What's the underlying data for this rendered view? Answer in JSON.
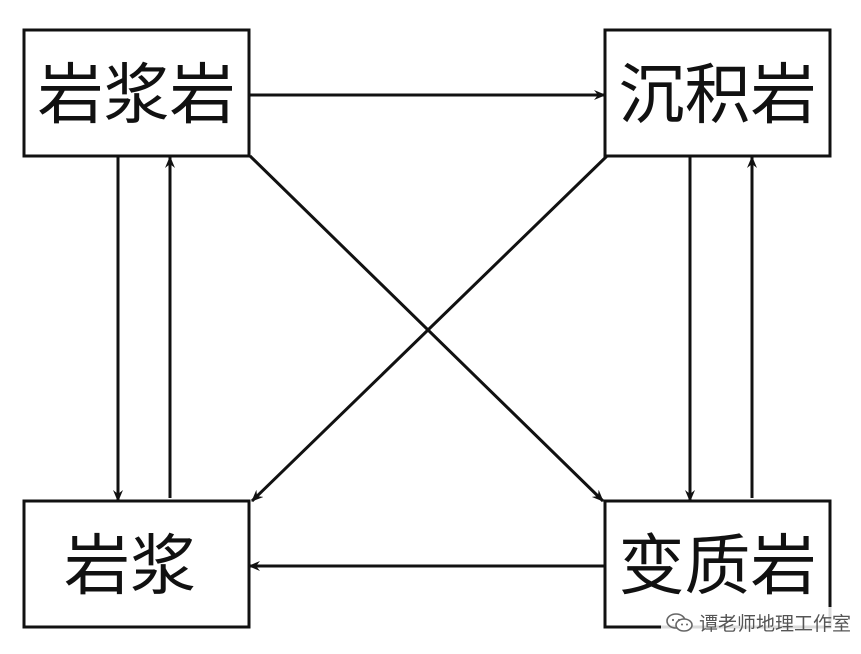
{
  "nodes": {
    "igneous_rock": "岩浆岩",
    "sedimentary_rock": "沉积岩",
    "magma": "岩浆",
    "metamorphic_rock": "变质岩"
  },
  "watermark": {
    "text": "谭老师地理工作室",
    "icon": "wechat-icon"
  },
  "colors": {
    "stroke": "#111111",
    "background": "#ffffff"
  }
}
